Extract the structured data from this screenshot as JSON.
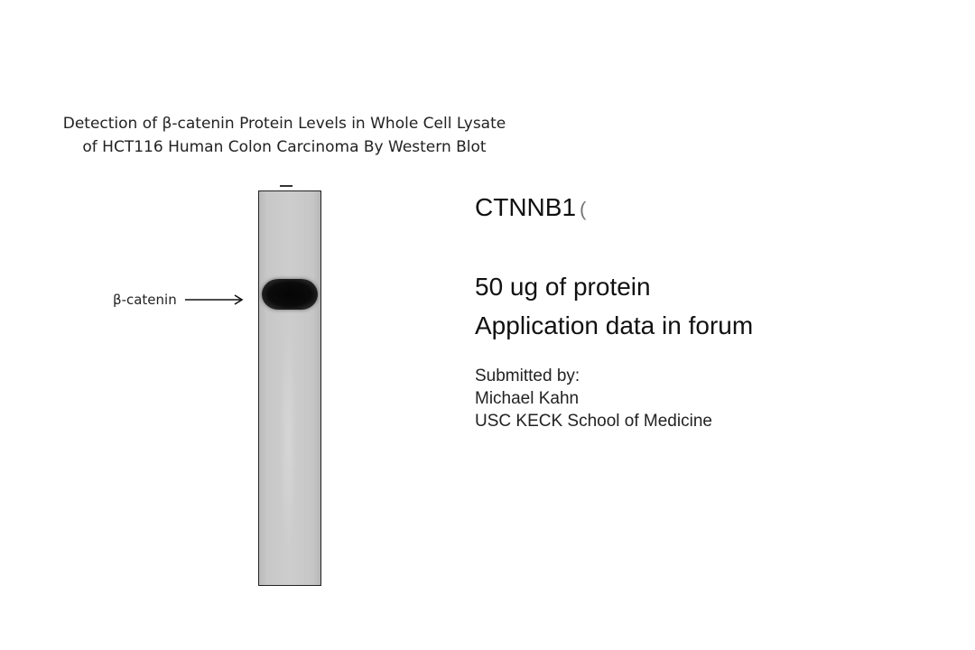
{
  "figure": {
    "title_line1": "Detection of β-catenin Protein Levels in Whole Cell Lysate",
    "title_line2": "of HCT116 Human Colon Carcinoma By Western Blot",
    "band_label": "β-catenin"
  },
  "info": {
    "gene": "CTNNB1",
    "protein_amount": "50 ug of protein",
    "application": "Application data in forum"
  },
  "submission": {
    "heading": "Submitted by:",
    "name": "Michael Kahn",
    "institution": "USC KECK School of Medicine"
  }
}
